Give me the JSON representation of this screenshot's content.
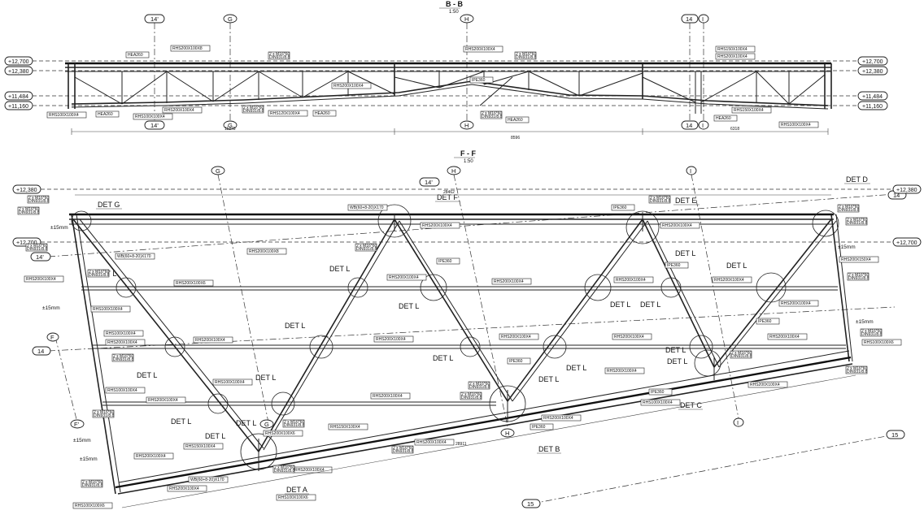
{
  "section_bb": {
    "title": "B - B",
    "scale": "1:50",
    "grid": {
      "g": "G",
      "h": "H",
      "i": "I",
      "l14": "14",
      "l14p": "14'"
    },
    "levels": [
      "+12,700",
      "+12,380",
      "+11,484",
      "+11,160"
    ],
    "dimensions": [
      "8596",
      "6318",
      "11278"
    ],
    "labels": [
      "HEA260",
      "RHS200X100X8",
      "RHS200X100X4",
      "RHS100X100X4",
      "RHS150X100X4",
      "HEA260",
      "HEA260",
      "IPE360",
      "RHS200X100X4",
      "RHS100X100X4",
      "RHS120X100X4",
      "RHS150X100X4"
    ]
  },
  "section_ff": {
    "title": "F - F",
    "scale": "1:50",
    "grid": {
      "g": "G",
      "h": "H",
      "i": "I",
      "f": "F",
      "fp": "F'",
      "l14": "14",
      "l14p": "14'",
      "l15": "15"
    },
    "levels": [
      "+12,380",
      "+12,700"
    ],
    "dims": [
      "28462",
      "28911"
    ],
    "offsets": [
      "±15mm",
      "±15mm",
      "±15mm",
      "±15mm",
      "±15mm"
    ],
    "details": {
      "a": "DET A",
      "b": "DET B",
      "c": "DET C",
      "d": "DET D",
      "e": "DET E",
      "f": "DET F",
      "g": "DET G",
      "l": "DET L"
    },
    "labels": [
      "RHS200X100X8",
      "RHS200X100X4",
      "RHS100X100X4",
      "RHS150X100X4",
      "RHS200X100X6",
      "IPE360",
      "WB(60+8-20)X170",
      "RHS100X100X6",
      "RHS200X150X4"
    ],
    "bolt_tag_line1": "2 x M16*60",
    "bolt_tag_line2": "DIN931/8.8"
  }
}
